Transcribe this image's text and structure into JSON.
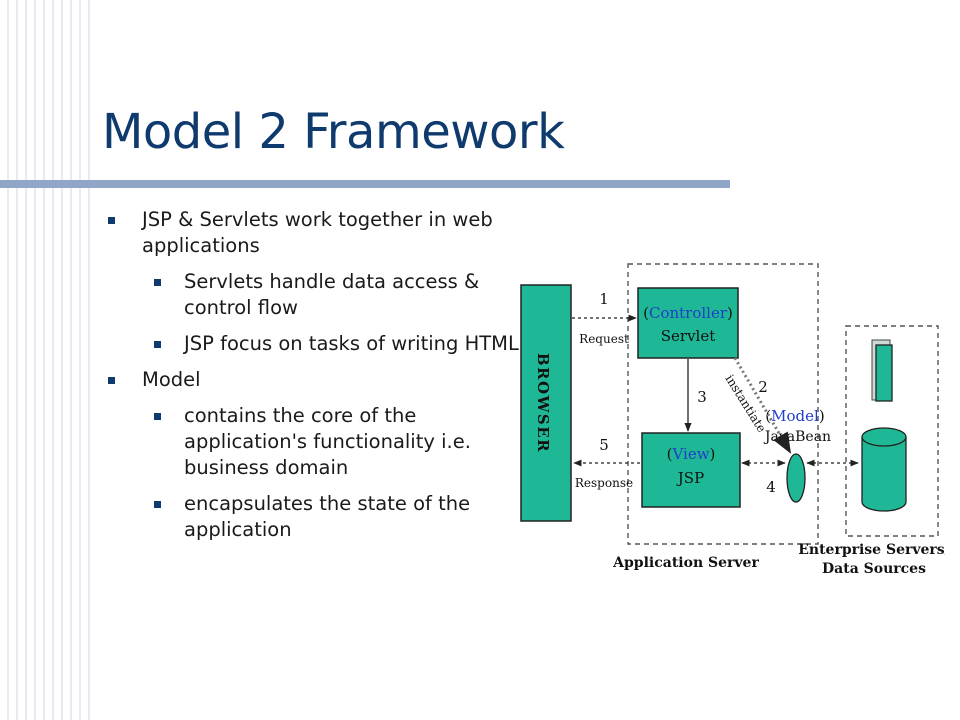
{
  "slide": {
    "title": "Model 2 Framework",
    "bullets": [
      {
        "level": 1,
        "text": "JSP & Servlets work together in web applications"
      },
      {
        "level": 2,
        "text": "Servlets handle data access & control flow"
      },
      {
        "level": 2,
        "text": "JSP focus on tasks of writing HTML"
      },
      {
        "level": 1,
        "text": "Model"
      },
      {
        "level": 2,
        "text": "contains the core of the application's functionality i.e. business domain"
      },
      {
        "level": 2,
        "text": "encapsulates the state of the application"
      }
    ]
  },
  "diagram": {
    "browser": "BROWSER",
    "controller_tag": "Controller",
    "controller_label": "Servlet",
    "view_tag": "View",
    "view_label": "JSP",
    "model_tag": "Model",
    "model_label": "JavaBean",
    "instantiate": "instantiate",
    "request": "Request",
    "response": "Response",
    "step1": "1",
    "step2": "2",
    "step3": "3",
    "step4": "4",
    "step5": "5",
    "app_server": "Application Server",
    "enterprise_line1": "Enterprise Servers/",
    "enterprise_line2": "Data Sources",
    "colors": {
      "box": "#1fb896",
      "tag": "#1f3ec8",
      "title": "#0f3a6e"
    }
  }
}
